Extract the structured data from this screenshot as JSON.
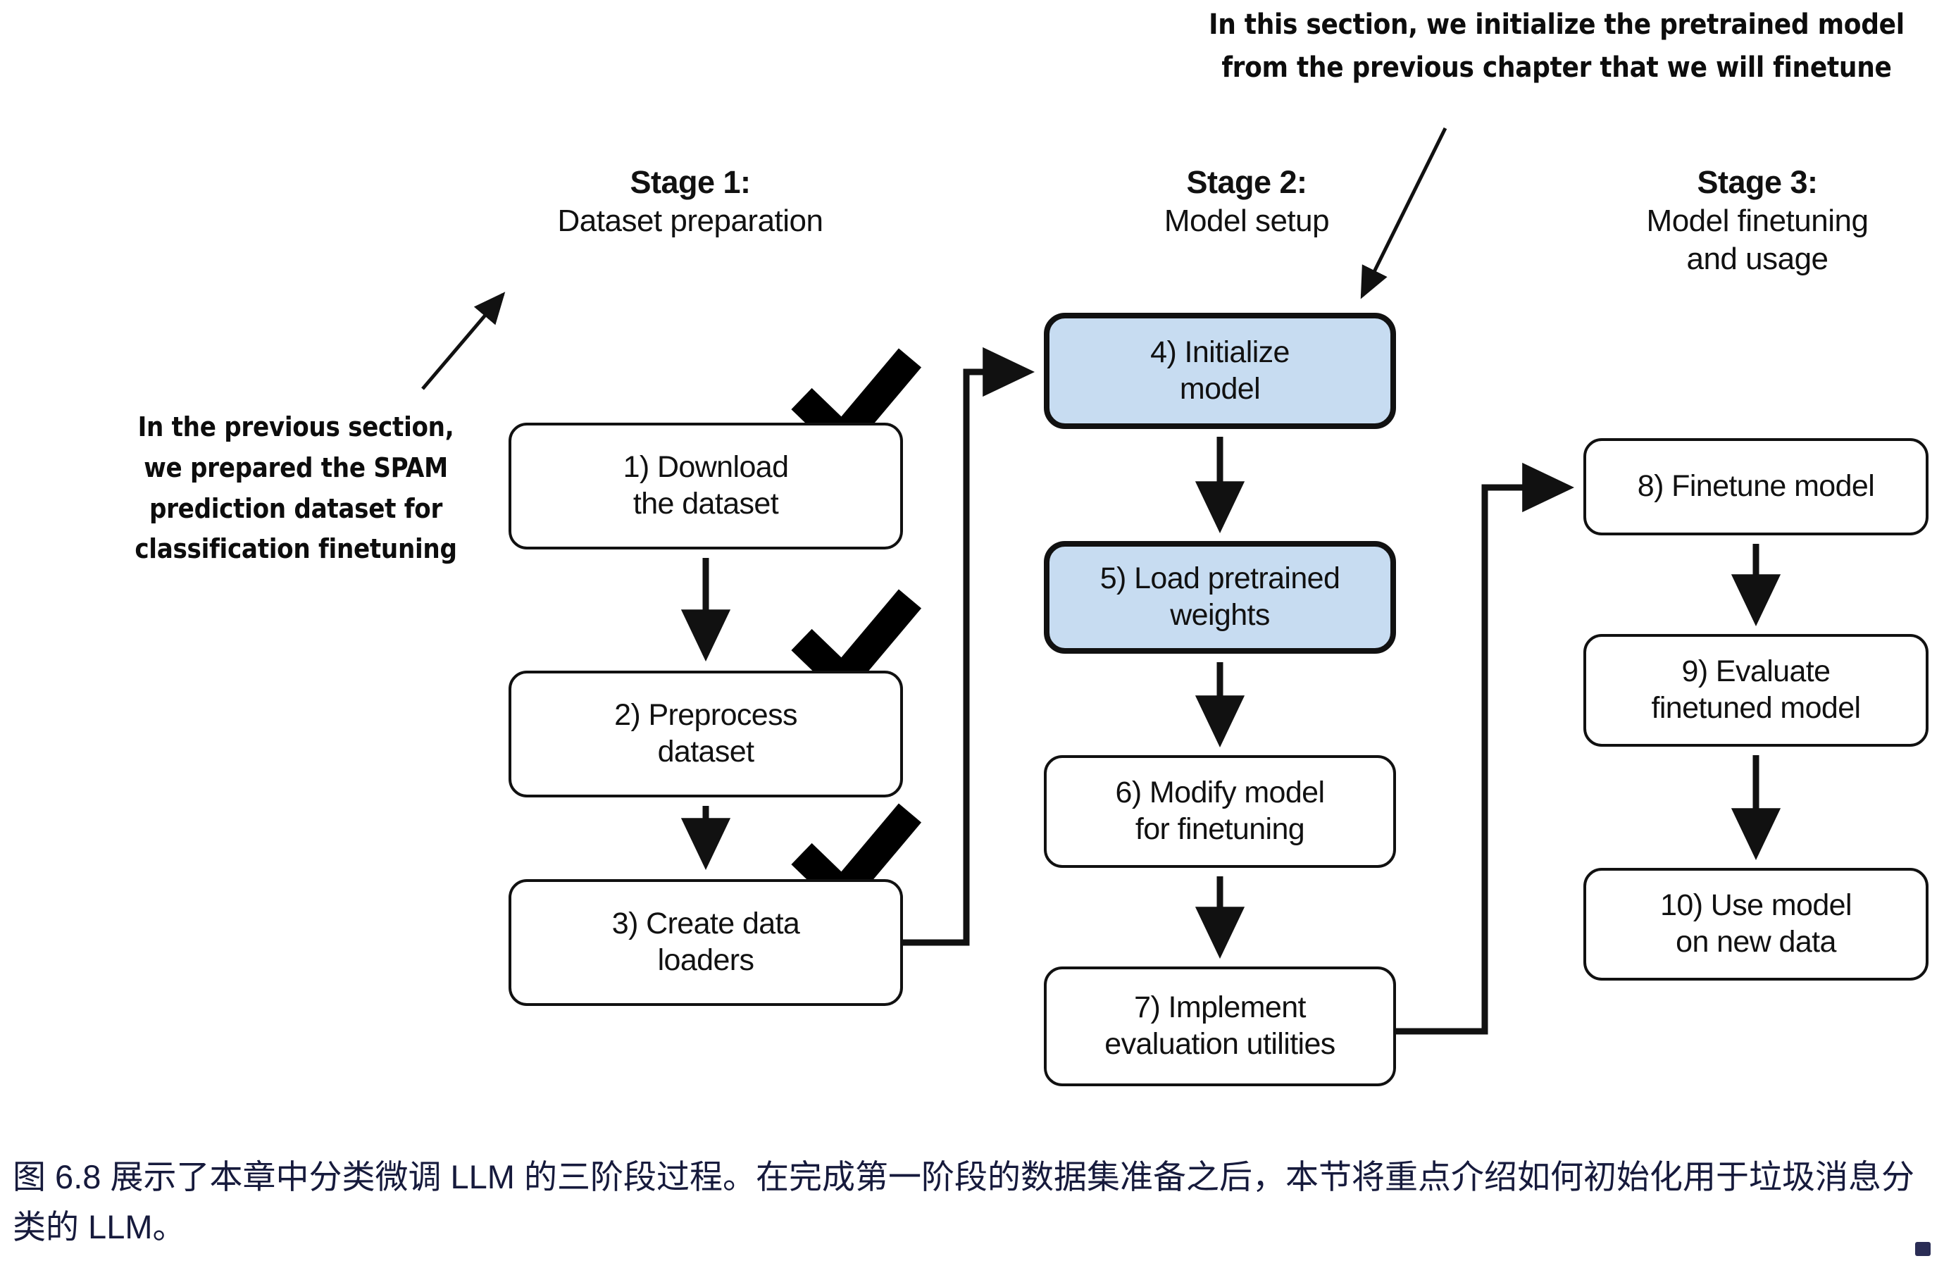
{
  "annotations": {
    "top": "In this section, we initialize the pretrained model\nfrom the previous chapter that we will finetune",
    "left": "In the previous section,\nwe prepared the SPAM\nprediction dataset for\nclassification finetuning"
  },
  "stages": [
    {
      "title": "Stage 1:",
      "subtitle": "Dataset preparation"
    },
    {
      "title": "Stage 2:",
      "subtitle": "Model setup"
    },
    {
      "title": "Stage 3:",
      "subtitle": "Model finetuning\nand usage"
    }
  ],
  "nodes": [
    {
      "id": 1,
      "label": "1) Download\nthe dataset",
      "stage": 1,
      "highlighted": false,
      "checked": true
    },
    {
      "id": 2,
      "label": "2) Preprocess\ndataset",
      "stage": 1,
      "highlighted": false,
      "checked": true
    },
    {
      "id": 3,
      "label": "3) Create data\nloaders",
      "stage": 1,
      "highlighted": false,
      "checked": true
    },
    {
      "id": 4,
      "label": "4) Initialize\nmodel",
      "stage": 2,
      "highlighted": true,
      "checked": false
    },
    {
      "id": 5,
      "label": "5) Load pretrained\nweights",
      "stage": 2,
      "highlighted": true,
      "checked": false
    },
    {
      "id": 6,
      "label": "6) Modify model\nfor finetuning",
      "stage": 2,
      "highlighted": false,
      "checked": false
    },
    {
      "id": 7,
      "label": "7) Implement\nevaluation utilities",
      "stage": 2,
      "highlighted": false,
      "checked": false
    },
    {
      "id": 8,
      "label": "8) Finetune model",
      "stage": 3,
      "highlighted": false,
      "checked": false
    },
    {
      "id": 9,
      "label": "9) Evaluate\nfinetuned model",
      "stage": 3,
      "highlighted": false,
      "checked": false
    },
    {
      "id": 10,
      "label": "10) Use model\non new data",
      "stage": 3,
      "highlighted": false,
      "checked": false
    }
  ],
  "caption": "图 6.8 展示了本章中分类微调 LLM 的三阶段过程。在完成第一阶段的数据集准备之后，本节将重点介绍如何初始化用于垃圾消息分类的 LLM。",
  "colors": {
    "highlight_fill": "#c7dcf1",
    "stroke": "#111111",
    "caption_text": "#161a3c",
    "background": "#ffffff"
  }
}
